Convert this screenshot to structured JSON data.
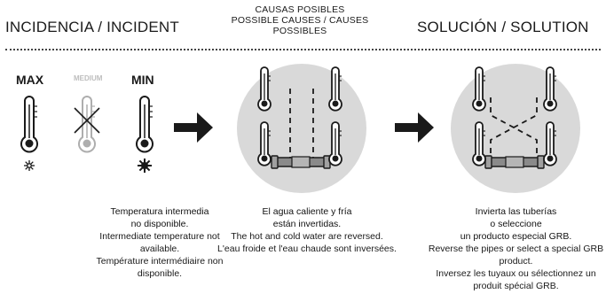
{
  "headers": {
    "incident": "INCIDENCIA / INCIDENT",
    "causes": "CAUSAS POSIBLES\nPOSSIBLE CAUSES / CAUSES\nPOSSIBLES",
    "solution": "SOLUCIÓN / SOLUTION"
  },
  "incident": {
    "max_label": "MAX",
    "medium_label": "MEDIUM",
    "min_label": "MIN",
    "caption_es_1": "Temperatura intermedia",
    "caption_es_2": "no disponible.",
    "caption_en": "Intermediate temperature not available.",
    "caption_fr": "Température intermédiaire non disponible."
  },
  "cause": {
    "caption_es_1": "El agua caliente y fría",
    "caption_es_2": "están invertidas.",
    "caption_en": "The hot and cold water are reversed.",
    "caption_fr": "L'eau froide et l'eau chaude sont inversées."
  },
  "solution": {
    "caption_es_1": "Invierta las tuberías",
    "caption_es_2": "o seleccione",
    "caption_es_3": "un producto especial GRB.",
    "caption_en": "Reverse the pipes or select a special GRB product.",
    "caption_fr": "Inversez les tuyaux ou sélectionnez un produit spécial GRB."
  },
  "icons": [
    "thermometer-icon",
    "snowflake-icon",
    "cross-icon",
    "sun-icon",
    "arrow-right-icon",
    "mixer-valve-icon"
  ],
  "colors": {
    "circle": "#d9d9d9",
    "ink": "#1a1a1a",
    "faded": "#bdbdbd",
    "valve": "#7f7f7f"
  }
}
